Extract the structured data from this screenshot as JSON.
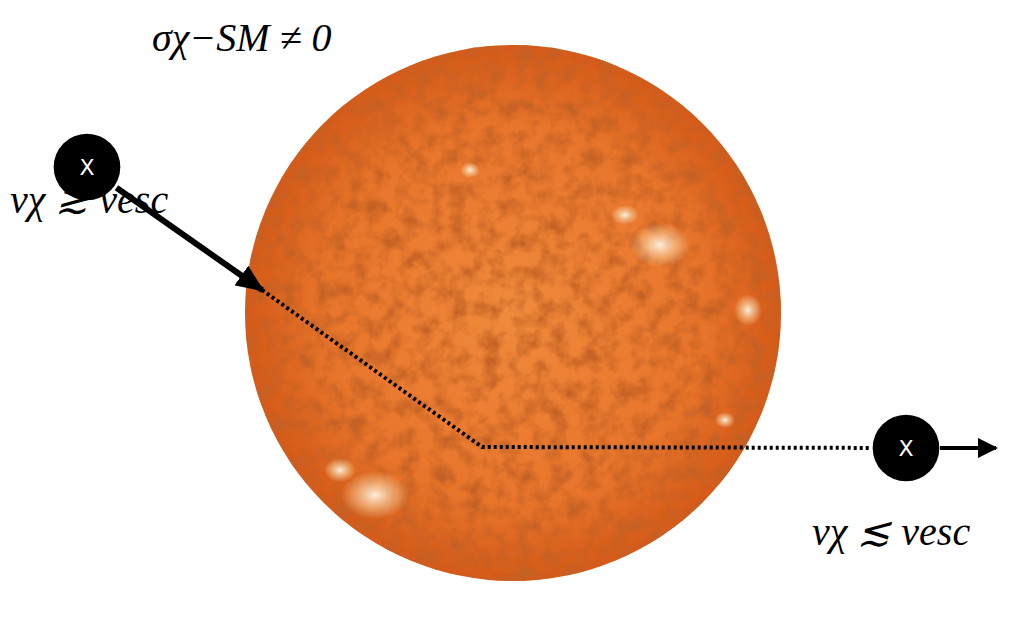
{
  "diagram": {
    "nodes": [
      {
        "text": [
          "X"
        ]
      },
      {
        "text": [
          "X"
        ]
      }
    ],
    "edges": [
      {
        "from": 0,
        "to": 1,
        "arrow": "none"
      }
    ],
    "labels": [
      "σχ−SM ≠ 0",
      "vχ ≳ vesc",
      "vχ ≲ vesc"
    ]
  }
}
